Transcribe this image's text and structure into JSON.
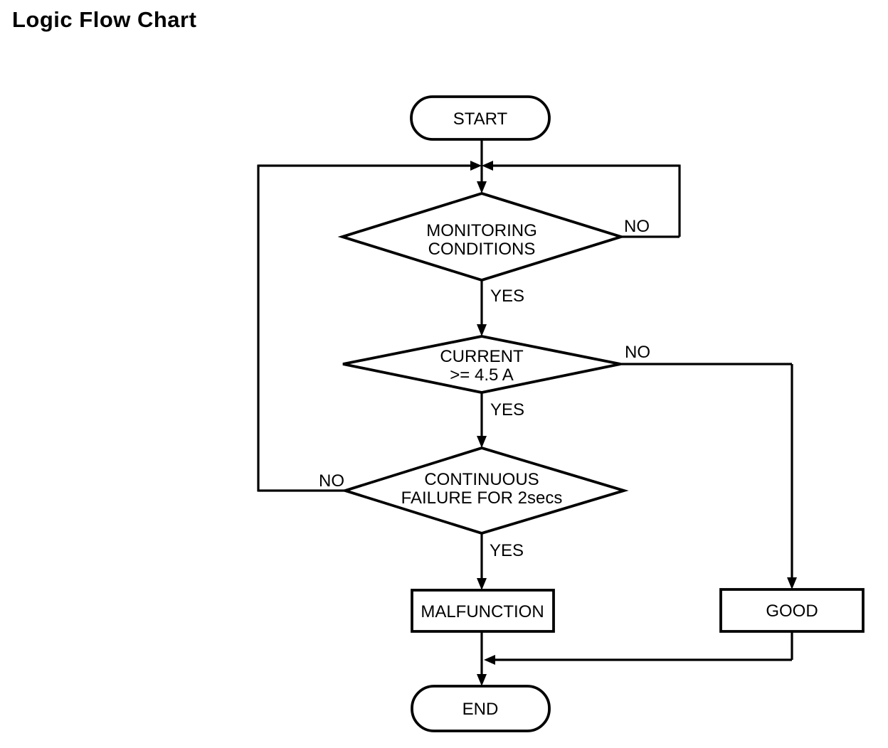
{
  "page": {
    "title": "Logic Flow Chart"
  },
  "colors": {
    "stroke": "#000000",
    "text": "#000000",
    "background": "#ffffff"
  },
  "flowchart": {
    "start": {
      "label": "START"
    },
    "decisions": [
      {
        "line1": "MONITORING",
        "line2": "CONDITIONS",
        "yes_label": "YES",
        "no_label": "NO"
      },
      {
        "line1": "CURRENT",
        "line2": ">= 4.5 A",
        "yes_label": "YES",
        "no_label": "NO"
      },
      {
        "line1": "CONTINUOUS",
        "line2": "FAILURE FOR 2secs",
        "yes_label": "YES",
        "no_label": "NO"
      }
    ],
    "results": [
      {
        "label": "MALFUNCTION"
      },
      {
        "label": "GOOD"
      }
    ],
    "end": {
      "label": "END"
    }
  }
}
